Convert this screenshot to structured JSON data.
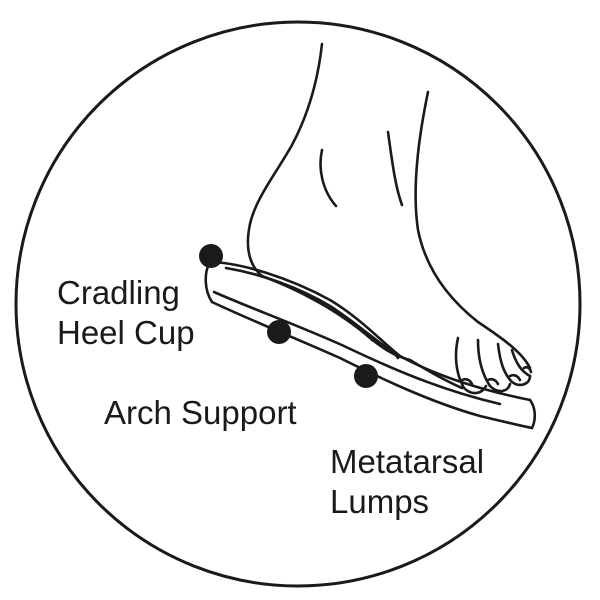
{
  "labels": {
    "heel_cup": {
      "line1": "Cradling",
      "line2": "Heel Cup"
    },
    "arch_support": {
      "line1": "Arch Support"
    },
    "metatarsal": {
      "line1": "Metatarsal",
      "line2": "Lumps"
    }
  },
  "colors": {
    "ink": "#1a1a1a",
    "background": "#ffffff"
  },
  "icons": {
    "marker": "filled-circle"
  }
}
